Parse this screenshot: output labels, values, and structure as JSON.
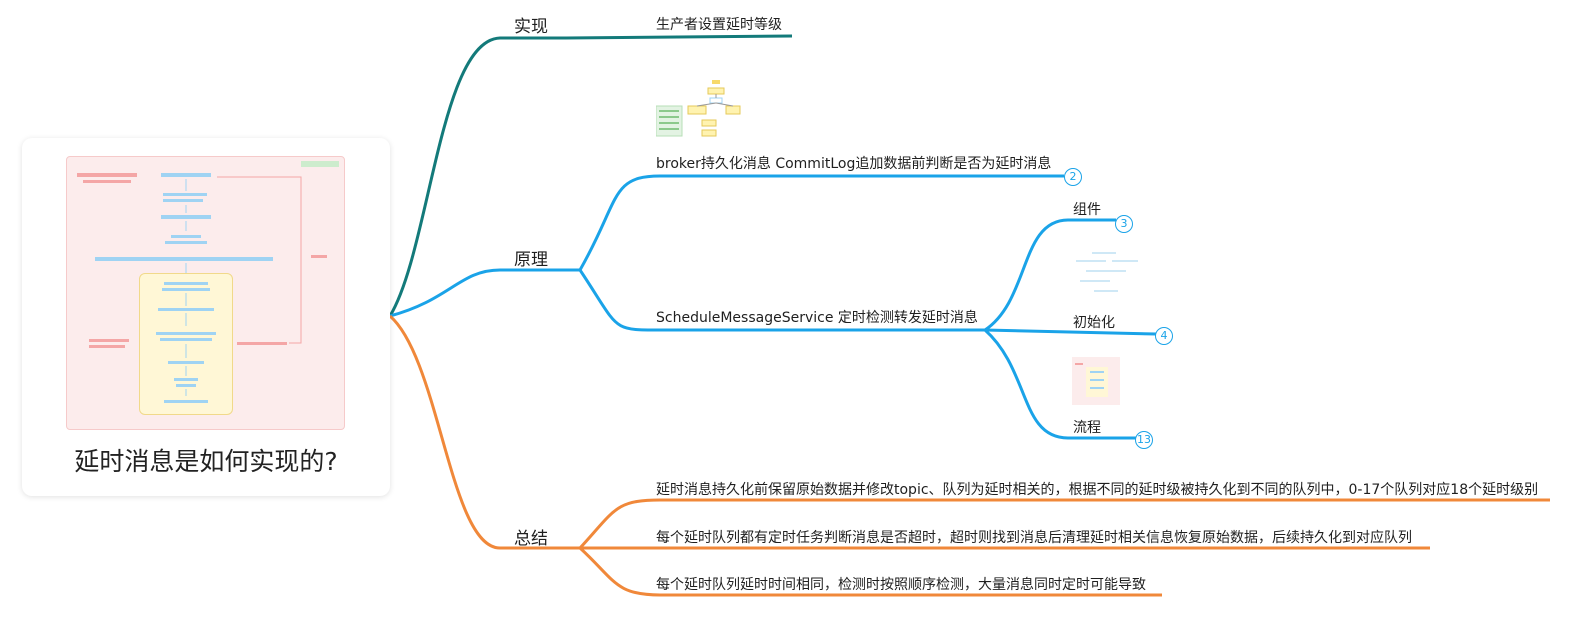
{
  "root": {
    "title": "延时消息是如何实现的?"
  },
  "branches": {
    "implementation": {
      "label": "实现",
      "children": [
        "生产者设置延时等级"
      ]
    },
    "principle": {
      "label": "原理",
      "broker": {
        "label": "broker持久化消息 CommitLog追加数据前判断是否为延时消息",
        "badge": "2"
      },
      "schedule": {
        "label": "ScheduleMessageService 定时检测转发延时消息",
        "children": [
          {
            "label": "组件",
            "badge": "3"
          },
          {
            "label": "初始化",
            "badge": "4"
          },
          {
            "label": "流程",
            "badge": "13"
          }
        ]
      }
    },
    "summary": {
      "label": "总结",
      "children": [
        "延时消息持久化前保留原始数据并修改topic、队列为延时相关的，根据不同的延时级被持久化到不同的队列中，0-17个队列对应18个延时级别",
        "每个延时队列都有定时任务判断消息是否超时，超时则找到消息后清理延时相关信息恢复原始数据，后续持久化到对应队列",
        "每个延时队列延时时间相同，检测时按照顺序检测，大量消息同时定时可能导致"
      ]
    }
  },
  "colors": {
    "implementation": "#137a7a",
    "principle": "#1aa3e8",
    "summary": "#f0883a"
  }
}
